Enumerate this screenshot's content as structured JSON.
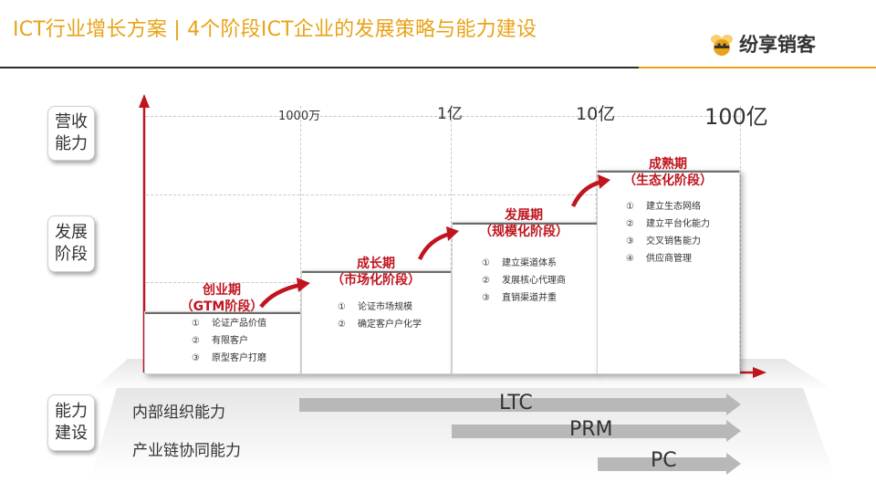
{
  "header": {
    "title": "ICT行业增长方案 | 4个阶段ICT企业的发展策略与能力建设",
    "brand": "纷享销客"
  },
  "left_tags": {
    "revenue": "营收\n能力",
    "stage": "发展\n阶段",
    "capability": "能力\n建设"
  },
  "revenue_marks": [
    "1000万",
    "1亿",
    "10亿",
    "100亿"
  ],
  "stages": [
    {
      "title": "创业期",
      "subtitle": "（GTM阶段）",
      "items": [
        {
          "num": "①",
          "text": "论证产品价值"
        },
        {
          "num": "②",
          "text": "有限客户"
        },
        {
          "num": "③",
          "text": "原型客户打磨"
        }
      ]
    },
    {
      "title": "成长期",
      "subtitle": "（市场化阶段）",
      "items": [
        {
          "num": "①",
          "text": "论证市场规模"
        },
        {
          "num": "②",
          "text": "确定客户户化学"
        }
      ]
    },
    {
      "title": "发展期",
      "subtitle": "（规模化阶段）",
      "items": [
        {
          "num": "①",
          "text": "建立渠道体系"
        },
        {
          "num": "②",
          "text": "发展核心代理商"
        },
        {
          "num": "③",
          "text": "直销渠道并重"
        }
      ]
    },
    {
      "title": "成熟期",
      "subtitle": "（生态化阶段）",
      "items": [
        {
          "num": "①",
          "text": "建立生态网络"
        },
        {
          "num": "②",
          "text": "建立平台化能力"
        },
        {
          "num": "③",
          "text": "交叉销售能力"
        },
        {
          "num": "④",
          "text": "供应商管理"
        }
      ]
    }
  ],
  "capabilities": {
    "internal": "内部组织能力",
    "supply_chain": "产业链协同能力",
    "bars": [
      "LTC",
      "PRM",
      "PC"
    ]
  },
  "colors": {
    "title": "#e8a317",
    "accent_red": "#c0141e",
    "arrow_gray": "#b8b8b8",
    "header_line": "#2b2b2b"
  }
}
